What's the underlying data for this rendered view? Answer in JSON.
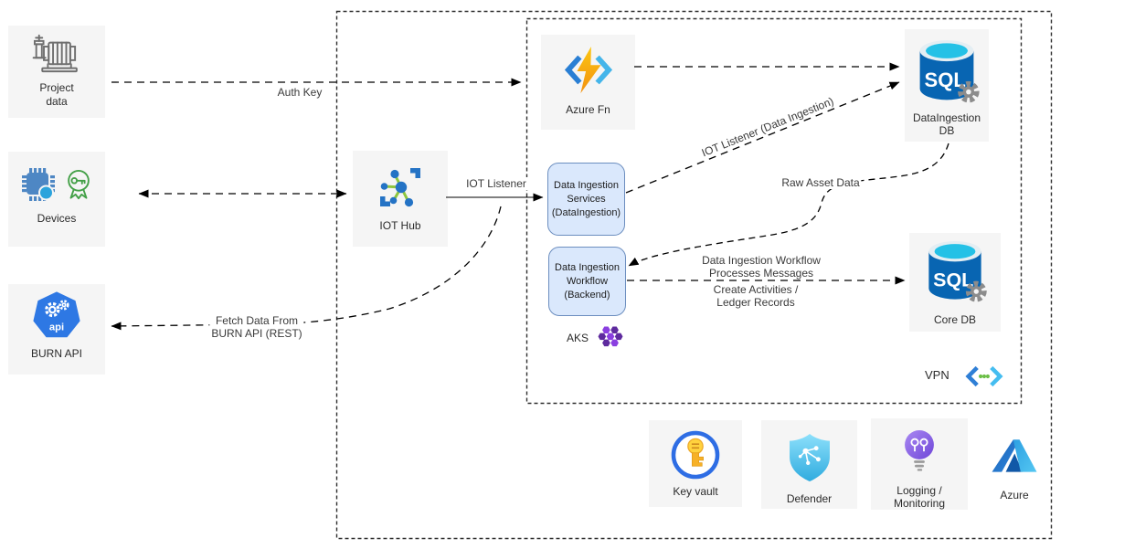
{
  "colors": {
    "node_bg": "#f5f5f5",
    "service_box_fill": "#dae8fc",
    "service_box_border": "#6c8ebf",
    "edge_line": "#000000",
    "sql_blue": "#0865b2",
    "sql_cyan": "#24c1e6",
    "azure_blue": "#2e87dd",
    "aks_purple": "#8a3fe0",
    "keyvault_gold": "#f7b127",
    "defender_blue": "#4cc2ee",
    "monitor_purple": "#7b4fe0",
    "green_accent": "#8dc63f"
  },
  "nodes": {
    "project_data": {
      "label": "Project data"
    },
    "devices": {
      "label": "Devices"
    },
    "burn_api": {
      "label": "BURN API"
    },
    "iot_hub": {
      "label": "IOT Hub"
    },
    "azure_fn": {
      "label": "Azure Fn"
    },
    "data_ingestion_services": {
      "lines": [
        "Data Ingestion",
        "Services",
        "(DataIngestion)"
      ]
    },
    "data_ingestion_workflow": {
      "lines": [
        "Data Ingestion",
        "Workflow",
        "(Backend)"
      ]
    },
    "aks": {
      "label": "AKS"
    },
    "dataingestion_db": {
      "lines": [
        "DataIngestion",
        "DB"
      ]
    },
    "core_db": {
      "label": "Core DB"
    },
    "vpn": {
      "label": "VPN"
    },
    "key_vault": {
      "label": "Key vault"
    },
    "defender": {
      "label": "Defender"
    },
    "logging": {
      "lines": [
        "Logging /",
        "Monitoring"
      ]
    },
    "azure": {
      "label": "Azure"
    }
  },
  "icon_text": {
    "sql": "SQL",
    "api": "api"
  },
  "edges": {
    "auth_key": {
      "label": "Auth Key"
    },
    "iot_listener": {
      "label": "IOT Listener"
    },
    "iot_listener_di": {
      "label": "IOT Listener (Data Ingestion)"
    },
    "raw_asset_data": {
      "label": "Raw Asset Data"
    },
    "workflow_messages": {
      "lines": [
        "Data Ingestion Workflow",
        "Processes Messages"
      ]
    },
    "create_activities": {
      "lines": [
        "Create Activities /",
        "Ledger Records"
      ]
    },
    "fetch_burn": {
      "lines": [
        "Fetch Data From",
        "BURN API (REST)"
      ]
    }
  },
  "icons": {
    "project_data": "industrial-pump-icon",
    "devices_chip": "iot-device-chip-icon",
    "devices_cert": "certificate-key-icon",
    "burn_api": "kubernetes-api-icon",
    "iot_hub": "iot-hub-icon",
    "azure_fn": "azure-functions-icon",
    "sql_db": "azure-sql-database-icon",
    "aks": "aks-cluster-icon",
    "vpn": "vpn-gateway-icon",
    "key_vault": "key-vault-icon",
    "defender": "defender-shield-icon",
    "logging": "monitor-bulb-icon",
    "azure": "azure-logo-icon"
  }
}
